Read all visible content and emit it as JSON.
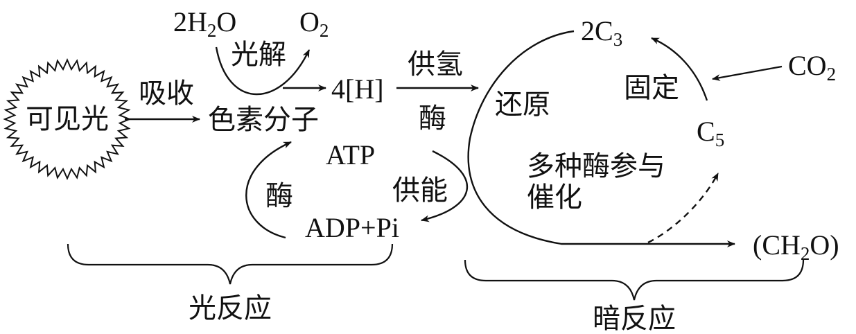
{
  "light": {
    "source": "可见光",
    "absorb": "吸收",
    "pigment": "色素分子"
  },
  "water_split": {
    "water_coef": "2",
    "water_h": "H",
    "water_sub": "2",
    "water_o": "O",
    "o2_o": "O",
    "o2_sub": "2",
    "label": "光解"
  },
  "hydrogen": {
    "product": "4[H]",
    "supply_h": "供氢",
    "enzyme": "酶"
  },
  "atp": {
    "atp": "ATP",
    "adp": "ADP+Pi",
    "enzyme": "酶",
    "supply_energy": "供能"
  },
  "calvin": {
    "c3_coef": "2",
    "c3_c": "C",
    "c3_sub": "3",
    "c5_c": "C",
    "c5_sub": "5",
    "co2_c": "CO",
    "co2_sub": "2",
    "fix": "固定",
    "reduce": "还原",
    "enzymes_line1": "多种酶参与",
    "enzymes_line2": "催化",
    "product_open": "(CH",
    "product_sub": "2",
    "product_close": "O)"
  },
  "braces": {
    "light_reaction": "光反应",
    "dark_reaction": "暗反应"
  }
}
